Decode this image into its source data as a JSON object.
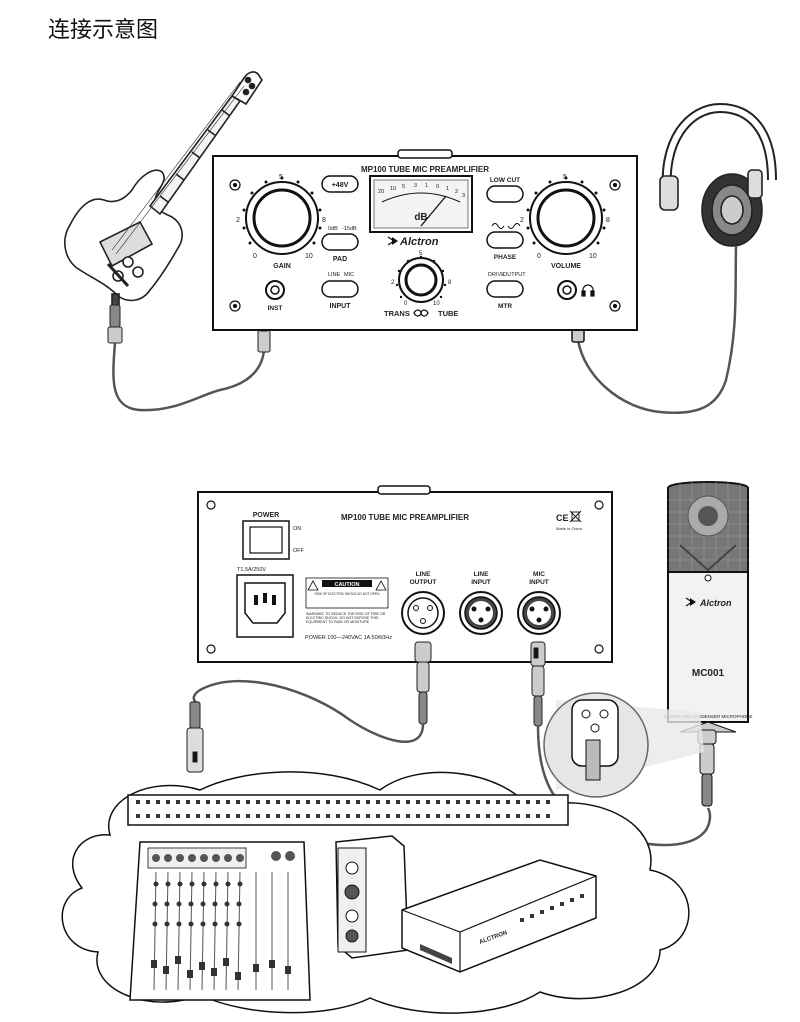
{
  "title": "连接示意图",
  "front_panel": {
    "model": "MP100 TUBE MIC PREAMPLIFIER",
    "brand": "Alctron",
    "meter_unit": "dB",
    "meter_scale": [
      "20",
      "10",
      "5",
      "3",
      "1",
      "0",
      "1",
      "2",
      "3"
    ],
    "gain_label": "GAIN",
    "gain_ticks": [
      "0",
      "2",
      "5",
      "8",
      "10"
    ],
    "volume_label": "VOLUME",
    "volume_ticks": [
      "0",
      "2",
      "5",
      "8",
      "10"
    ],
    "trans_label": "TRANS",
    "tube_label": "TUBE",
    "center_ticks": [
      "0",
      "2",
      "5",
      "8",
      "10"
    ],
    "plus48_label": "+48V",
    "pad_label": "PAD",
    "pad_options": [
      "0dB",
      "-15dB"
    ],
    "input_label": "INPUT",
    "input_options": [
      "LINE",
      "MIC"
    ],
    "lowcut_label": "LOW CUT",
    "phase_label": "PHASE",
    "mtr_label": "MTR",
    "mtr_options": [
      "DRIVE",
      "OUTPUT"
    ],
    "inst_label": "INST"
  },
  "rear_panel": {
    "model": "MP100 TUBE MIC PREAMPLIFIER",
    "power_label": "POWER",
    "on_label": "ON",
    "off_label": "OFF",
    "fuse_label": "T1.5A/250V",
    "caution_label": "CAUTION",
    "caution_text": "RISK OF ELECTRIC SHOCK DO NOT OPEN",
    "warning_text": "WARNING: TO REDUCE THE RISK OF FIRE OR ELECTRIC SHOCK, DO NOT EXPOSE THIS EQUIPMENT TO RAIN OR MOISTURE",
    "power_spec": "POWER 100—240VAC 1A 50/60Hz",
    "cert_text": "CE",
    "made_in": "Made in China",
    "line_output_label": [
      "LINE",
      "OUTPUT"
    ],
    "line_input_label": [
      "LINE",
      "INPUT"
    ],
    "mic_input_label": [
      "MIC",
      "INPUT"
    ]
  },
  "microphone": {
    "brand": "Alctron",
    "model": "MC001",
    "type_text": "DIAPHRASM CONDENSER MICROPHONE"
  },
  "rack_unit": {
    "brand_text": "ALCTRON"
  }
}
